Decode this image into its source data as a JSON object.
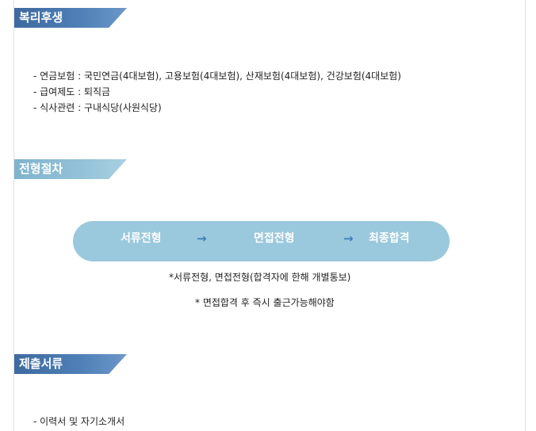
{
  "sections": {
    "welfare": {
      "title": "복리후생",
      "items": [
        "- 연금보험 : 국민연금(4대보험), 고용보험(4대보험), 산재보험(4대보험), 건강보험(4대보험)",
        "- 급여제도 : 퇴직금",
        "- 식사관련 : 구내식당(사원식당)"
      ]
    },
    "process": {
      "title": "전형절차",
      "steps": [
        "서류전형",
        "면접전형",
        "최종합격"
      ],
      "arrow": "→",
      "notes": [
        "*서류전형, 면접전형(합격자에 한해 개별통보)",
        "* 면접합격 후 즉시 출근가능해야함"
      ]
    },
    "documents": {
      "title": "제출서류",
      "items": [
        "- 이력서 및 자기소개서"
      ]
    }
  },
  "colors": {
    "header_dark": "#4f80b8",
    "header_light": "#93c2d8",
    "flow_bg": "#9ac8dc",
    "arrow": "#3c7fba"
  }
}
